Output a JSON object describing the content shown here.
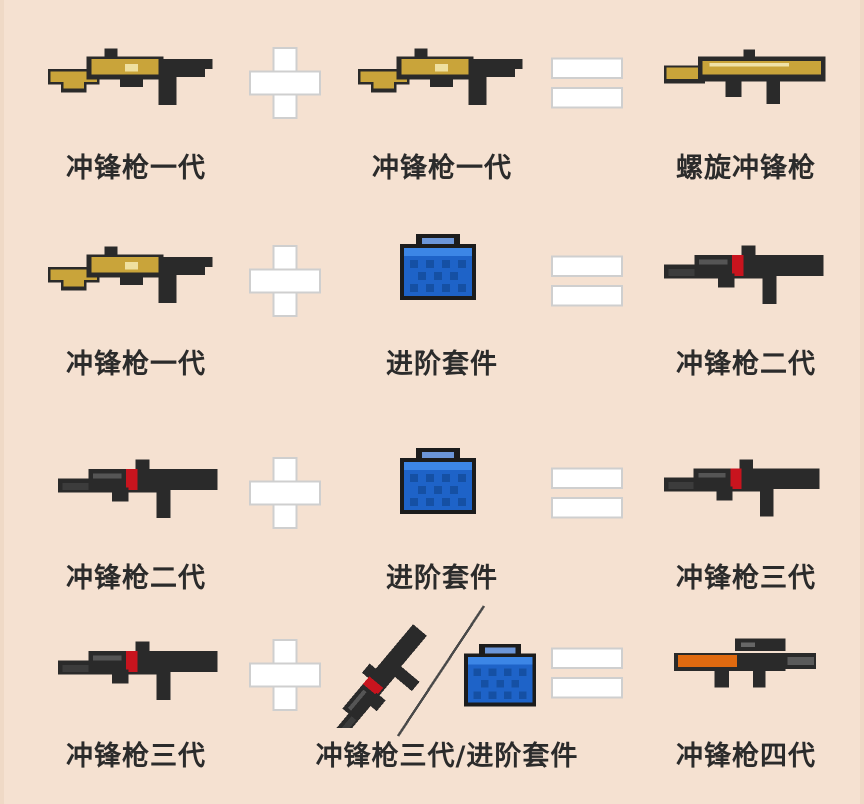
{
  "recipes": [
    {
      "a": "冲锋枪一代",
      "b": "冲锋枪一代",
      "result": "螺旋冲锋枪"
    },
    {
      "a": "冲锋枪一代",
      "b": "进阶套件",
      "result": "冲锋枪二代"
    },
    {
      "a": "冲锋枪二代",
      "b": "进阶套件",
      "result": "冲锋枪三代"
    },
    {
      "a": "冲锋枪三代",
      "b": "冲锋枪三代/进阶套件",
      "result": "冲锋枪四代"
    }
  ],
  "icons": {
    "gun_gen1": "gold-smg-icon",
    "gun_spiral": "spiral-smg-icon",
    "gun_gen2": "black-red-smg-icon",
    "gun_gen4": "orange-scoped-smg-icon",
    "kit": "blue-upgrade-kit-icon"
  },
  "colors": {
    "background": "#f5e1d1",
    "gold": "#c9a43a",
    "gun_dark": "#2a2a2a",
    "accent_red": "#c8141e",
    "kit_blue": "#1e63c8",
    "orange": "#e06a10"
  }
}
